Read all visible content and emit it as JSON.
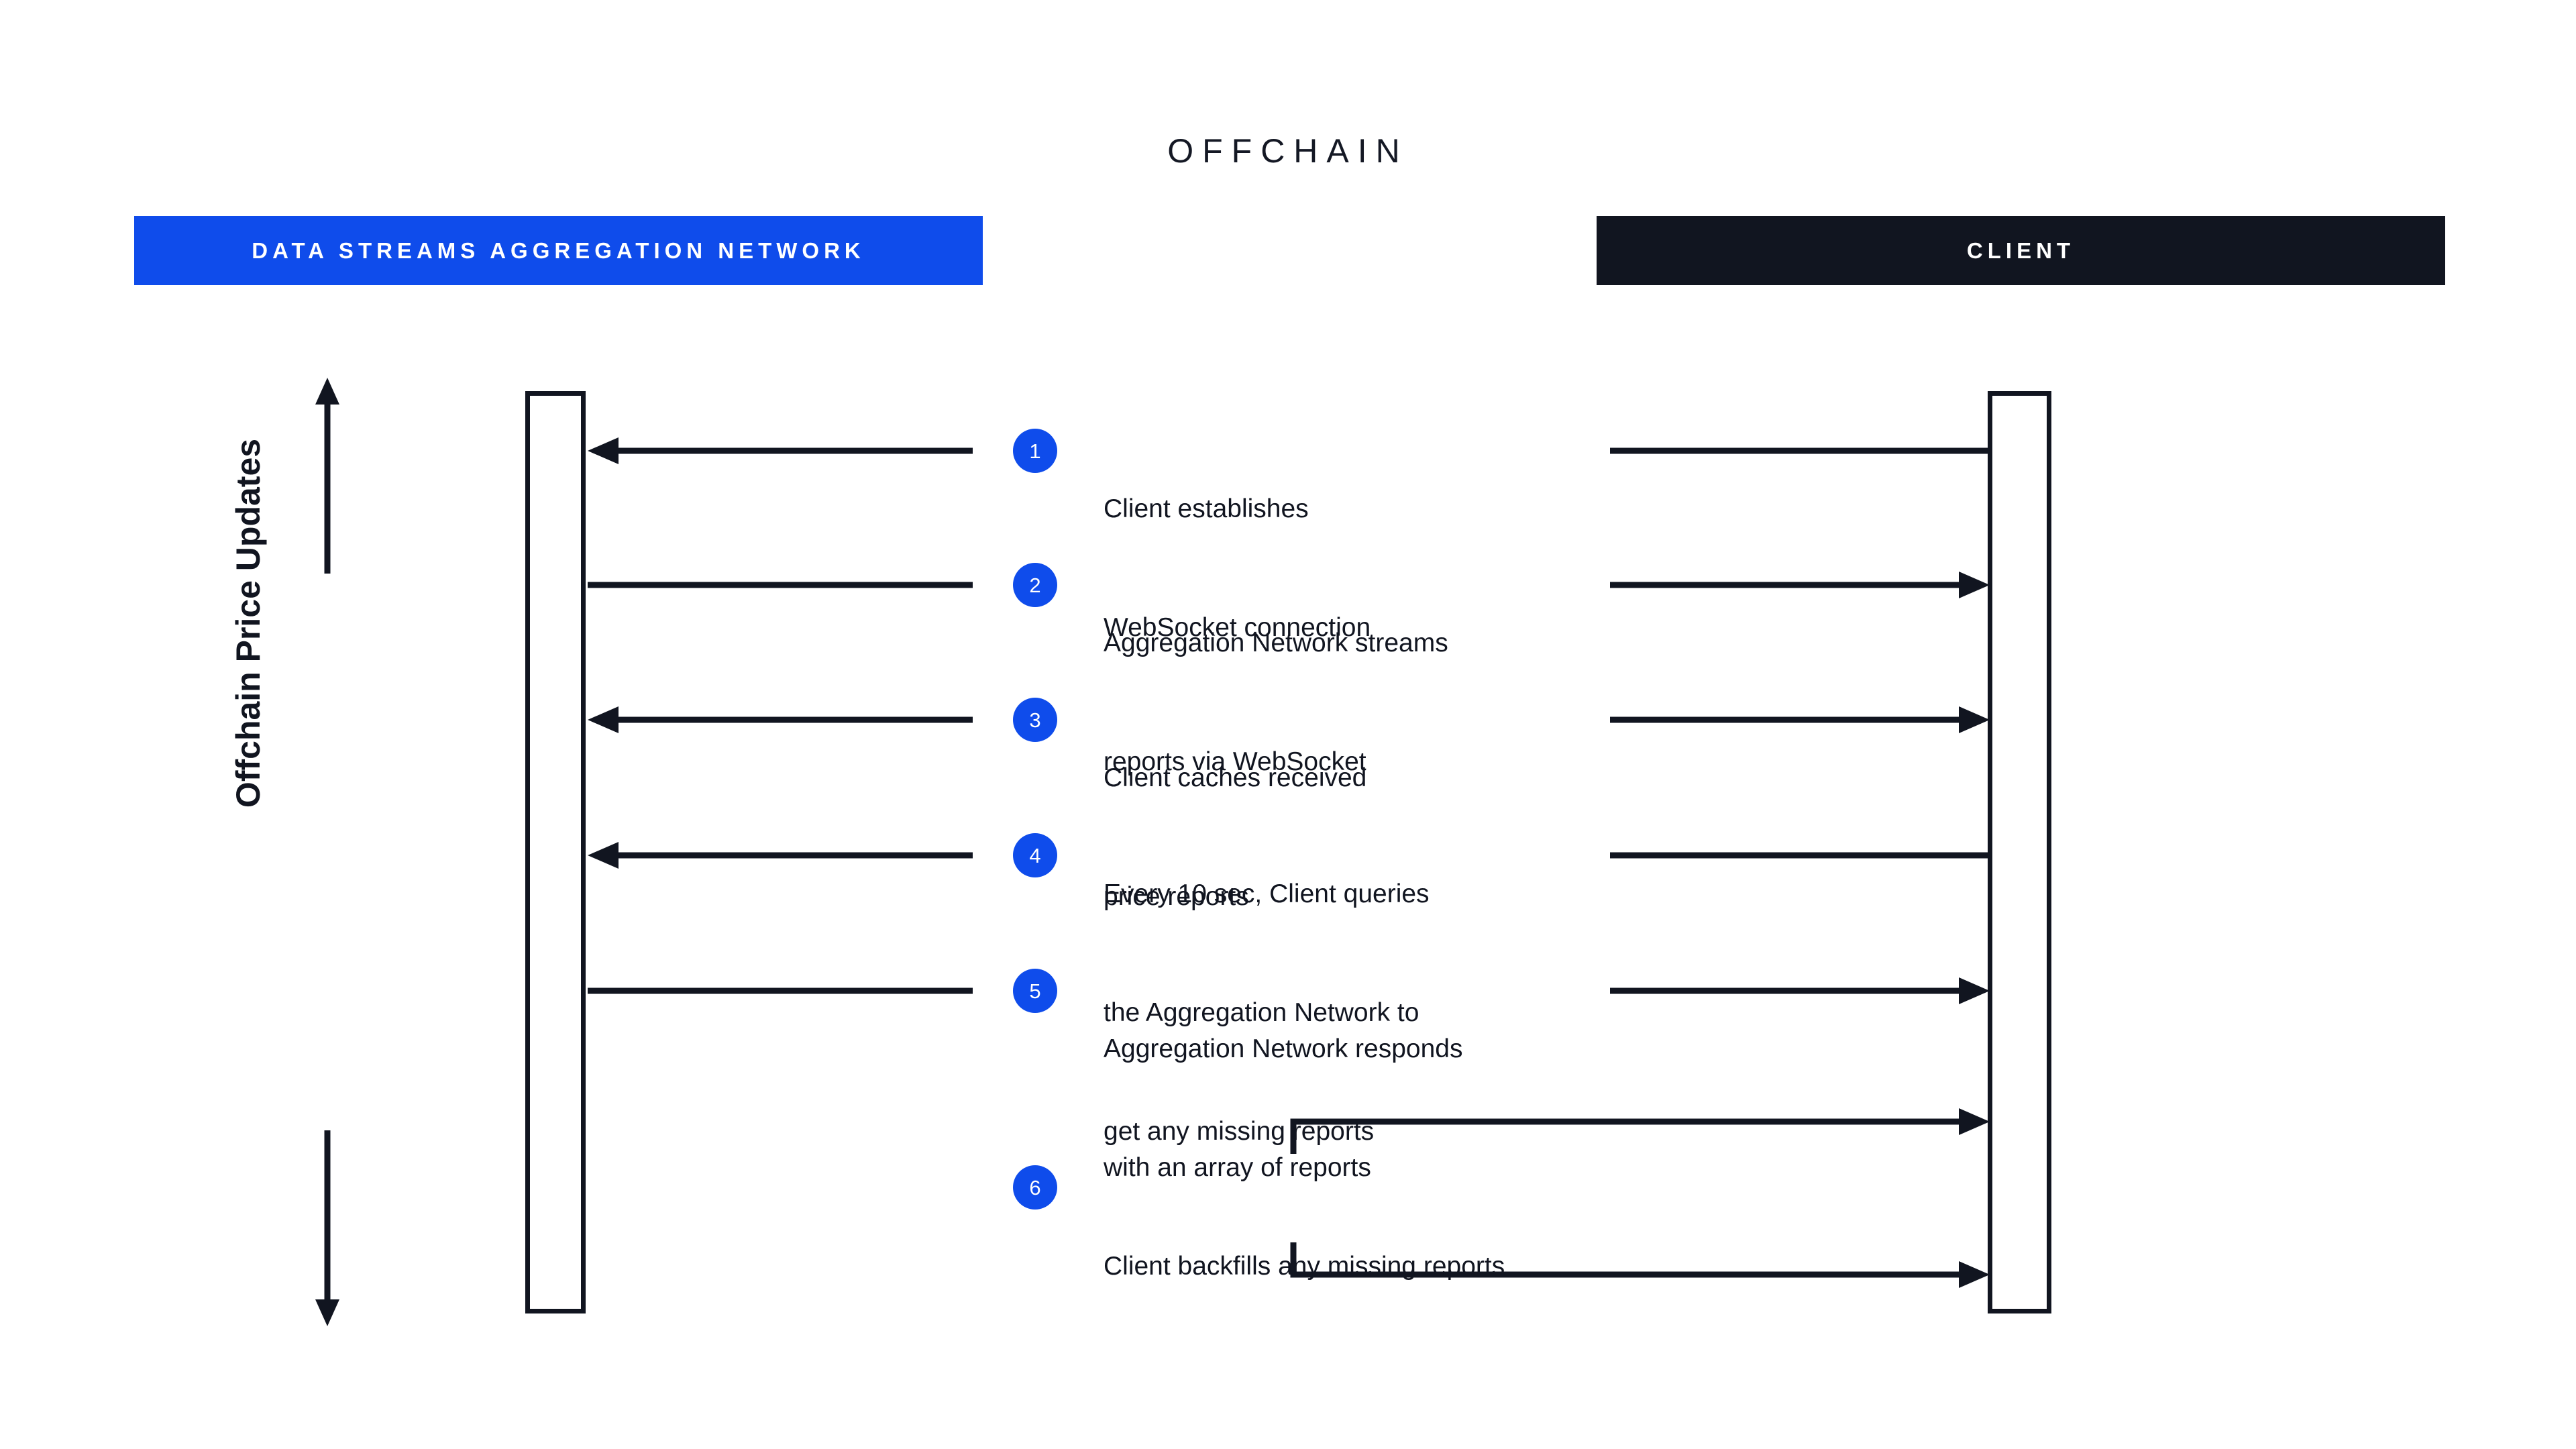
{
  "diagram": {
    "title": "OFFCHAIN",
    "actors": [
      {
        "id": "aggregation-network",
        "label": "DATA STREAMS AGGREGATION NETWORK",
        "color": "#0F4CEB"
      },
      {
        "id": "client",
        "label": "CLIENT",
        "color": "#111520"
      }
    ],
    "axis": {
      "label": "Offchain Price Updates",
      "direction": "double-headed-vertical"
    },
    "steps": [
      {
        "number": "1",
        "lines": [
          "Client establishes",
          "WebSocket connection"
        ],
        "left_arrow": "left",
        "right_arrow": "none"
      },
      {
        "number": "2",
        "lines": [
          "Aggregation Network streams",
          "reports via WebSocket"
        ],
        "left_arrow": "none",
        "right_arrow": "right"
      },
      {
        "number": "3",
        "lines": [
          "Client caches received",
          "price reports"
        ],
        "left_arrow": "left",
        "right_arrow": "right"
      },
      {
        "number": "4",
        "lines": [
          "Every 10 sec, Client queries",
          "the Aggregation Network to",
          "get any missing reports"
        ],
        "left_arrow": "left",
        "right_arrow": "none"
      },
      {
        "number": "5",
        "lines": [
          "Aggregation Network responds",
          "with an array of reports"
        ],
        "left_arrow": "none",
        "right_arrow": "right"
      },
      {
        "number": "6",
        "lines": [
          "Client backfills any missing reports"
        ],
        "left_arrow": "none",
        "right_arrow": "self-loop"
      }
    ],
    "colors": {
      "accent_blue": "#0F4CEB",
      "dark": "#111520",
      "background": "#FFFFFF"
    }
  }
}
